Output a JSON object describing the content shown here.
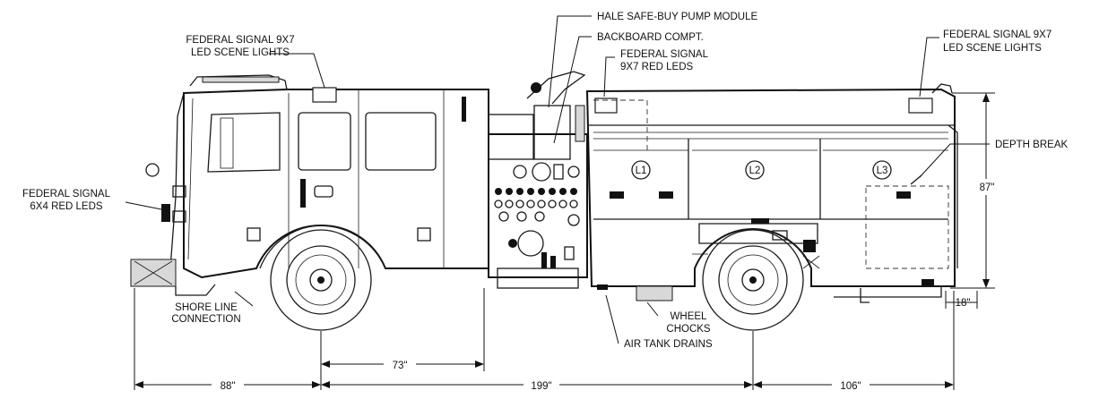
{
  "callouts": {
    "hale_pump": "HALE SAFE-BUY PUMP MODULE",
    "backboard": "BACKBOARD COMPT.",
    "fs_9x7_red": [
      "FEDERAL SIGNAL",
      "9X7 RED LEDS"
    ],
    "fs_scene_left": [
      "FEDERAL SIGNAL 9X7",
      "LED SCENE LIGHTS"
    ],
    "fs_scene_right": [
      "FEDERAL SIGNAL 9X7",
      "LED SCENE LIGHTS"
    ],
    "fs_6x4": [
      "FEDERAL SIGNAL",
      "6X4 RED LEDS"
    ],
    "depth_break": "DEPTH BREAK",
    "shore_line": [
      "SHORE LINE",
      "CONNECTION"
    ],
    "wheel_chocks": [
      "WHEEL",
      "CHOCKS"
    ],
    "air_tank": "AIR TANK DRAINS"
  },
  "compartments": [
    "L1",
    "L2",
    "L3"
  ],
  "dimensions": {
    "height": "87\"",
    "rear_overhang": "18\"",
    "front_to_axle": "88\"",
    "axle_to_pump": "73\"",
    "wheelbase": "199\"",
    "rear_axle_to_end": "106\""
  }
}
